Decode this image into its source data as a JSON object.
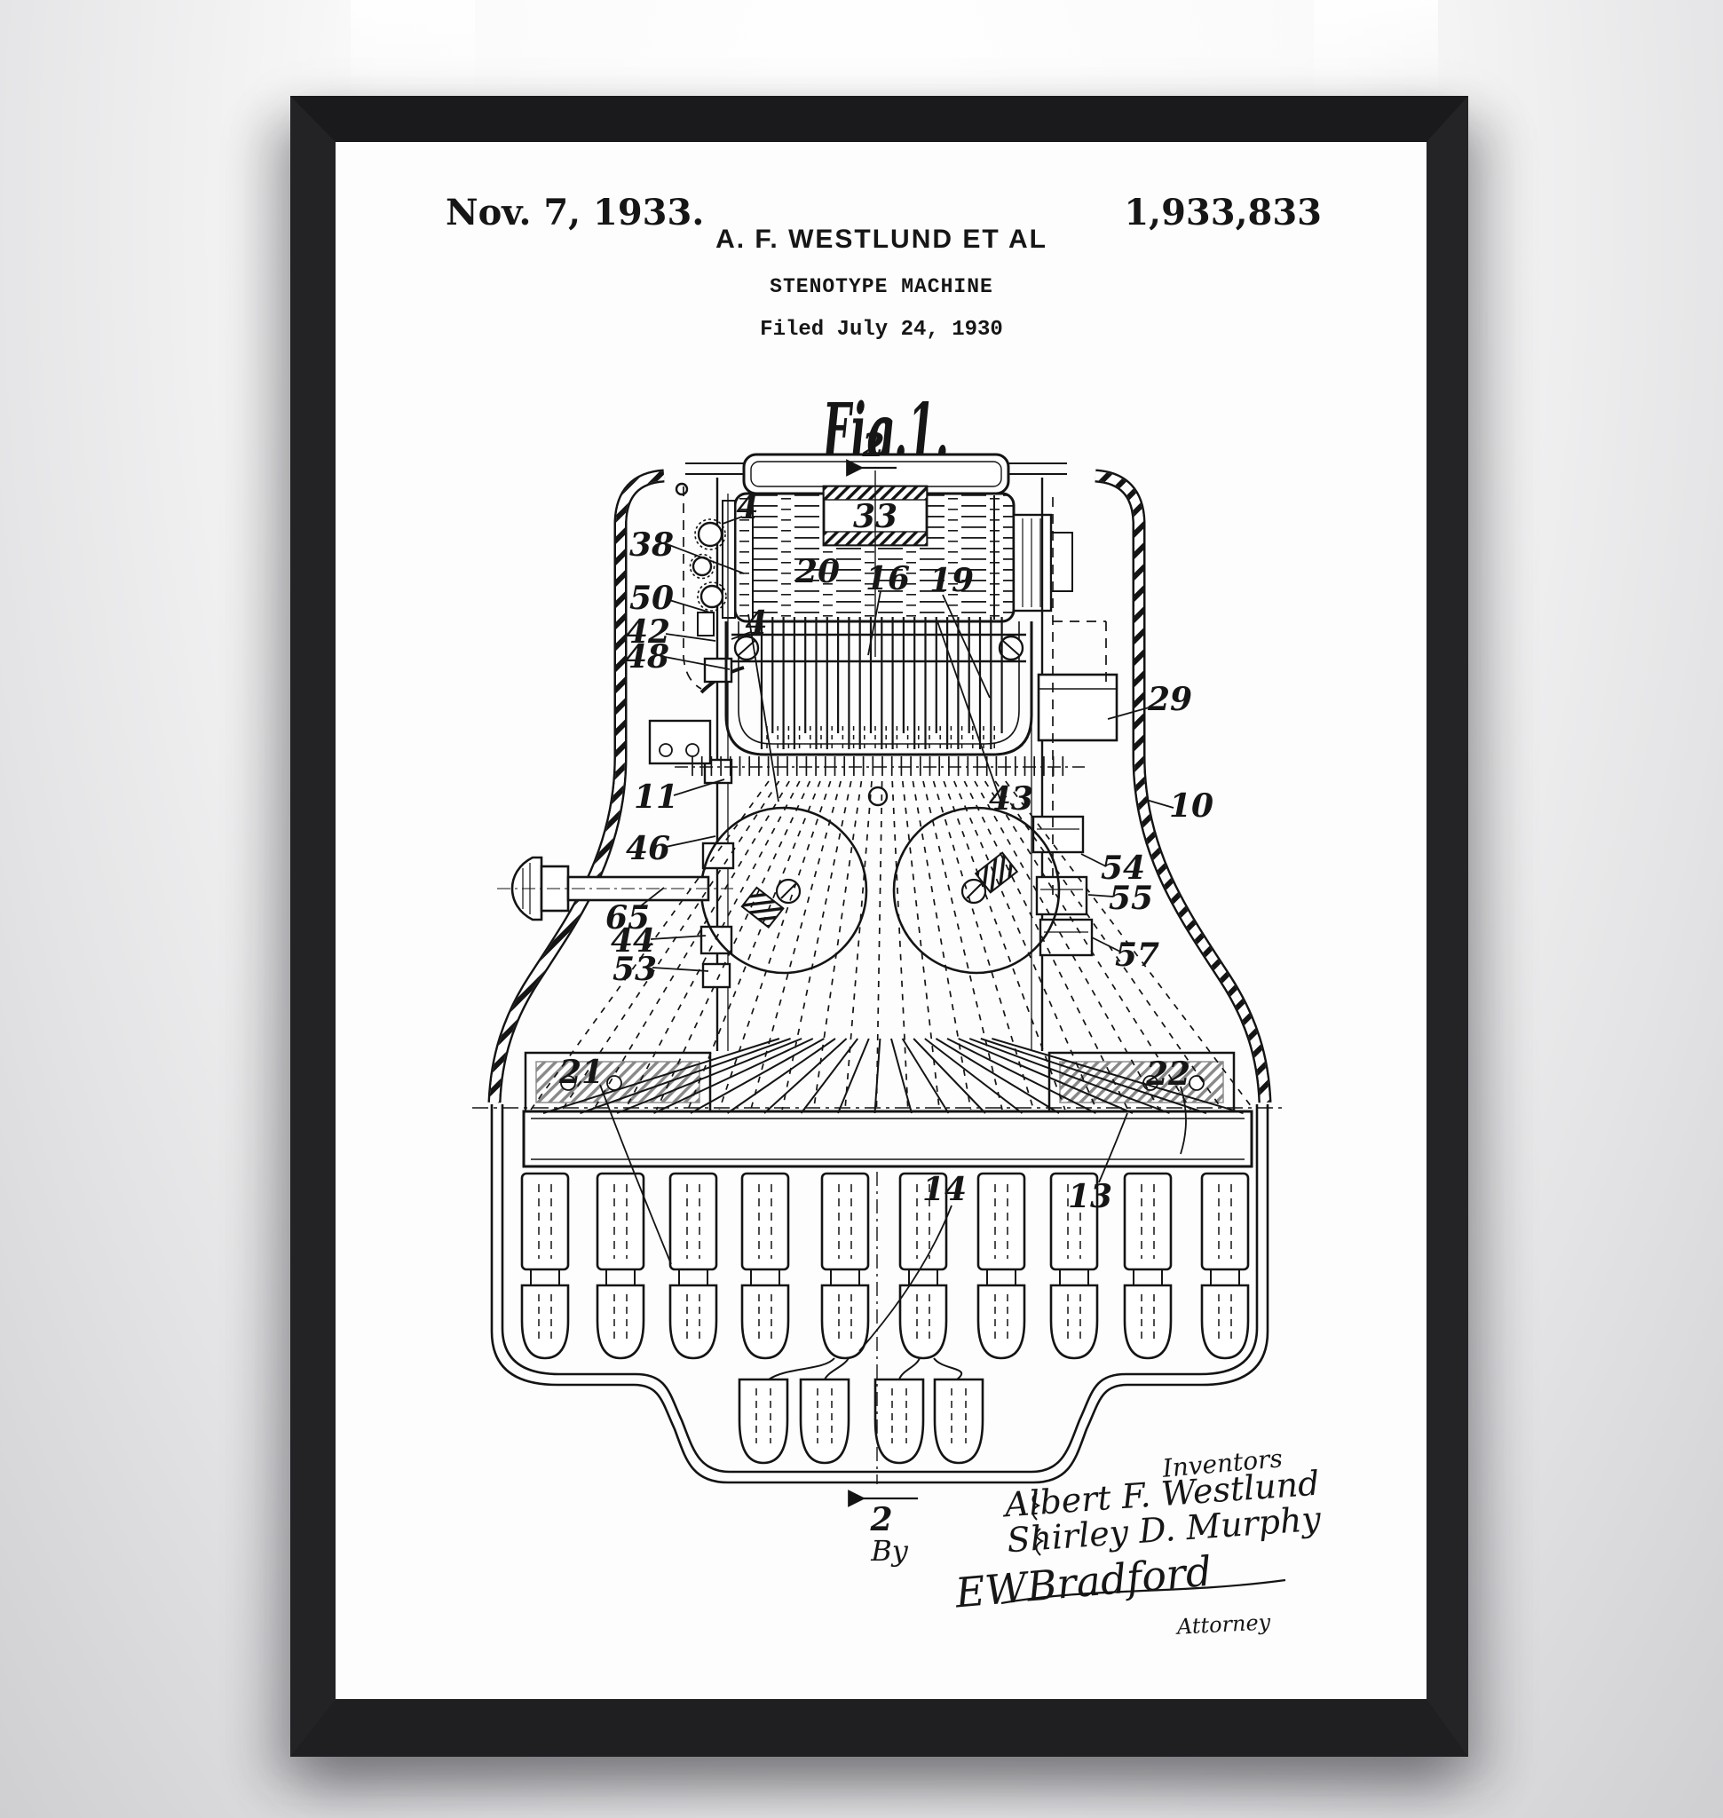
{
  "photo": {
    "description": "Black framed patent print hanging on a light wall"
  },
  "patent": {
    "date": "Nov. 7, 1933.",
    "author_line": "A. F. WESTLUND ET AL",
    "patent_number": "1,933,833",
    "title": "STENOTYPE MACHINE",
    "filed_line": "Filed July 24, 1930",
    "figure_label": "Fig.1.",
    "by_label": "By",
    "signature_block": {
      "caption": "Inventors",
      "inventor_1": "Albert F. Westlund",
      "inventor_2": "Shirley D. Murphy",
      "attorney_signature": "EWBradford",
      "attorney_caption": "Attorney"
    },
    "reference_numerals": {
      "r2_top": "2",
      "r4_upper": "4",
      "r4_lower": "4",
      "r33": "33",
      "r20": "20",
      "r16": "16",
      "r19": "19",
      "r38": "38",
      "r50": "50",
      "r42": "42",
      "r48": "48",
      "r29": "29",
      "r10": "10",
      "r11": "11",
      "r43": "43",
      "r46": "46",
      "r54": "54",
      "r55": "55",
      "r57": "57",
      "r65": "65",
      "r44": "44",
      "r53": "53",
      "r21": "21",
      "r22": "22",
      "r14": "14",
      "r13": "13",
      "r2_bottom": "2"
    }
  },
  "colors": {
    "frame": "#1c1c1e",
    "paper": "#fdfdfd",
    "ink": "#141414",
    "wall_top": "#ffffff",
    "wall_bottom": "#cfcfd2"
  }
}
